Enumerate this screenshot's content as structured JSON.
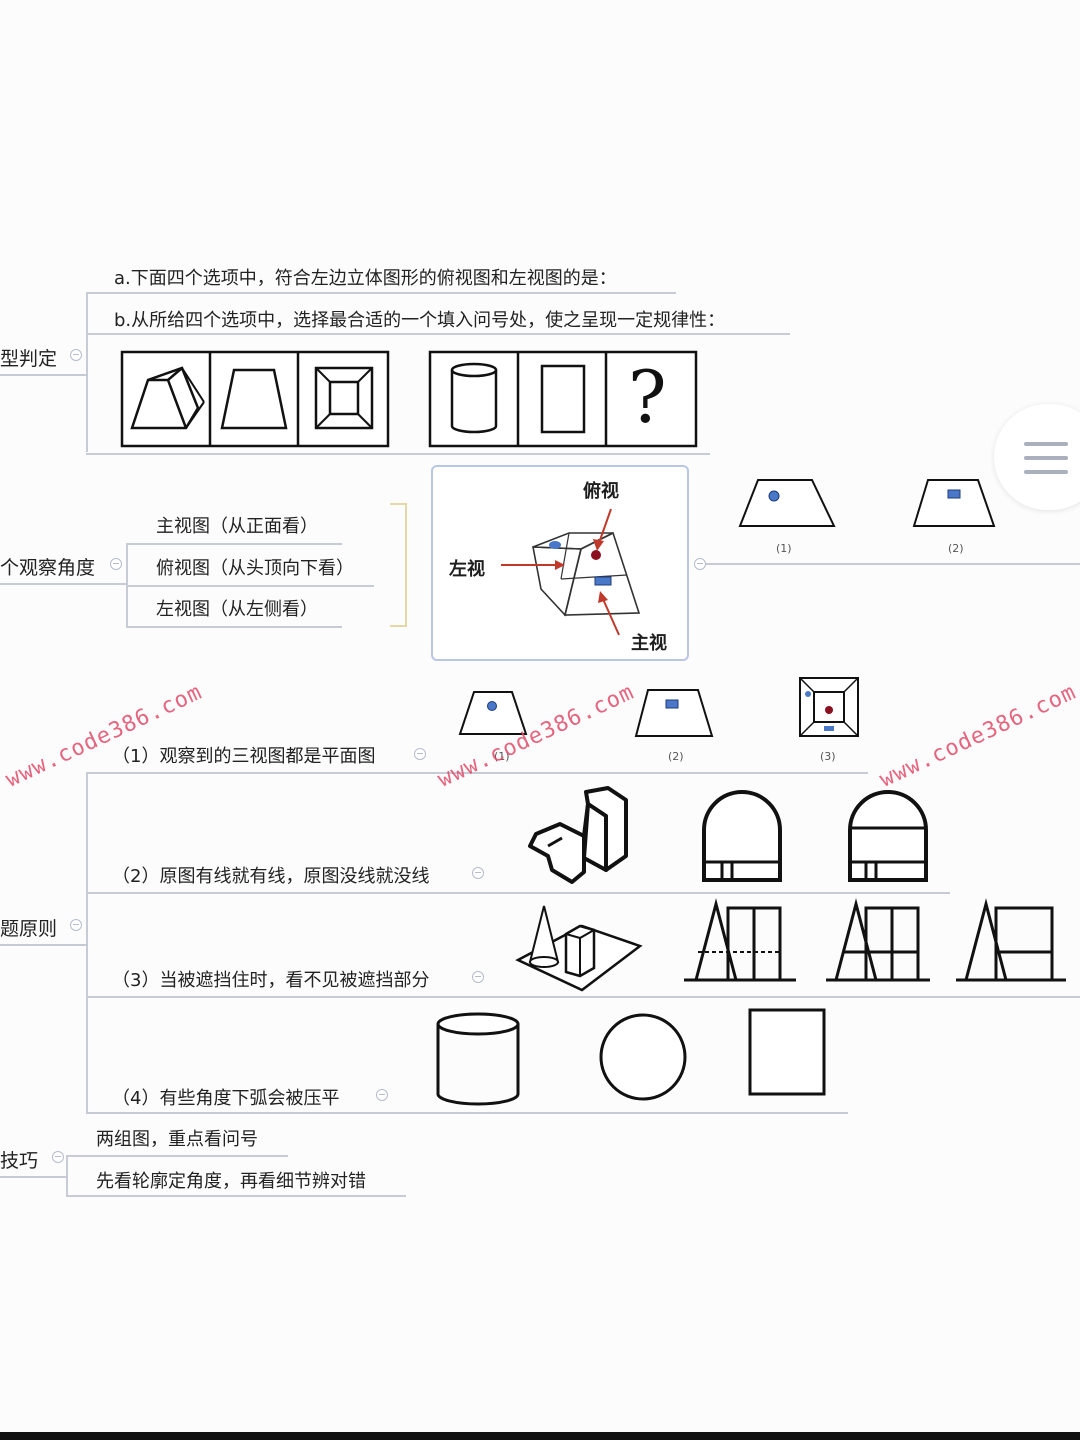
{
  "section1": {
    "node": "型判定",
    "item_a": "a.下面四个选项中，符合左边立体图形的俯视图和左视图的是：",
    "item_b": "b.从所给四个选项中，选择最合适的一个填入问号处，使之呈现一定规律性：",
    "question_mark": "?"
  },
  "section2": {
    "node": "个观察角度",
    "views": [
      "主视图（从正面看）",
      "俯视图（从头顶向下看）",
      "左视图（从左侧看）"
    ],
    "diagram_labels": {
      "top": "俯视",
      "left": "左视",
      "front": "主视"
    },
    "option_labels": [
      "(1)",
      "(2)"
    ]
  },
  "section3": {
    "node": "题原则",
    "rules": [
      "（1）观察到的三视图都是平面图",
      "（2）原图有线就有线，原图没线就没线",
      "（3）当被遮挡住时，看不见被遮挡部分",
      "（4）有些角度下弧会被压平"
    ],
    "rule1_labels": [
      "(1)",
      "(2)",
      "(3)"
    ]
  },
  "section4": {
    "node": "技巧",
    "tips": [
      "两组图，重点看问号",
      "先看轮廓定角度，再看细节辨对错"
    ]
  },
  "watermarks": [
    "www.code386.com",
    "www.code386.com",
    "www.code386.com"
  ],
  "menu_icon": "hamburger-menu-icon",
  "colors": {
    "arrow": "#c0392b",
    "dot_red": "#8b1020",
    "dot_blue": "#4a78c8",
    "line": "#c7cbd6"
  }
}
